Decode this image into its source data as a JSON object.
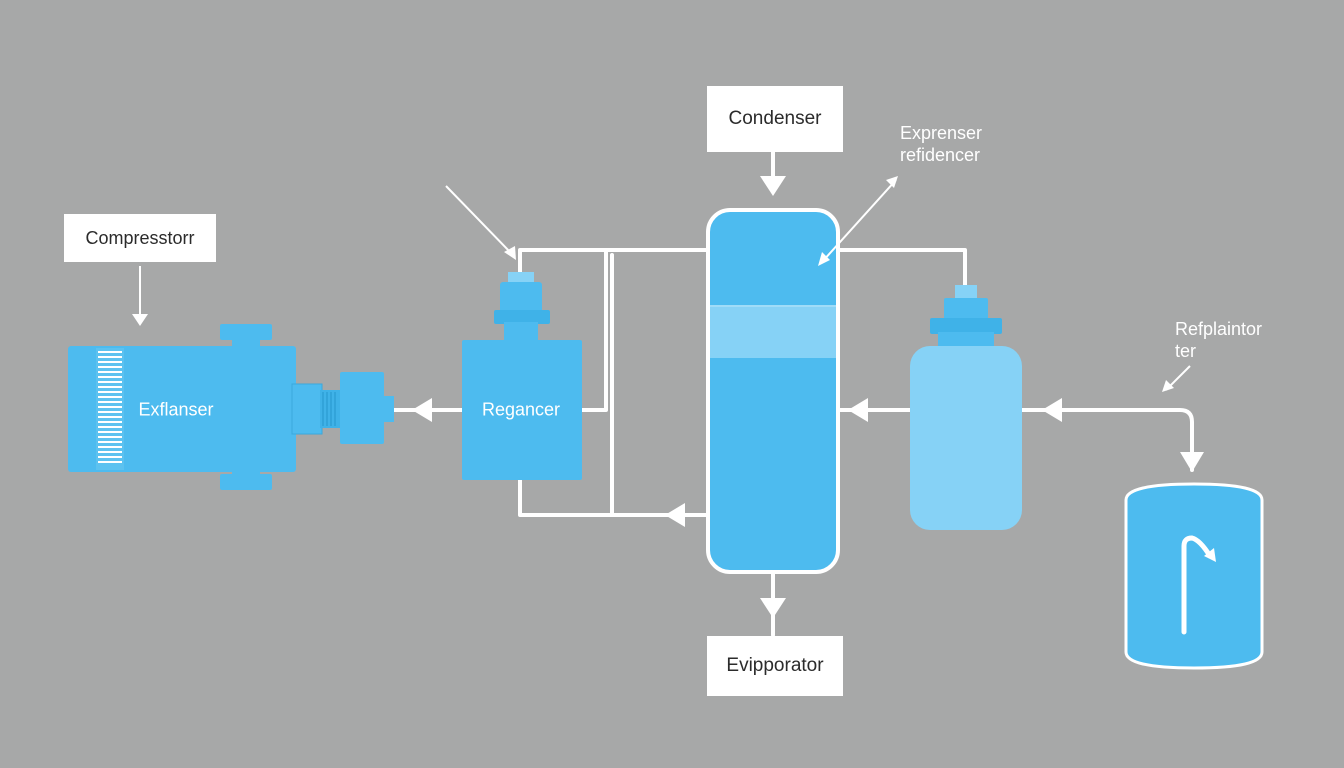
{
  "colors": {
    "background": "#a7a8a8",
    "component": "#4dbbef",
    "component_light": "#86d2f6",
    "pipe": "#ffffff",
    "label_box": "#ffffff"
  },
  "labels": {
    "condenser": "Condenser",
    "compressor": "Compresstorr",
    "evaporator": "Evipporator",
    "expenser": [
      "Exprenser",
      "refidencer"
    ],
    "refplaintor": [
      "Refplaintor",
      "ter"
    ]
  },
  "components": {
    "exflanser": "Exflanser",
    "regancer": "Regancer"
  },
  "icons": {
    "arrow": "triangle-arrow-icon",
    "vent": "vent-grille-icon"
  }
}
